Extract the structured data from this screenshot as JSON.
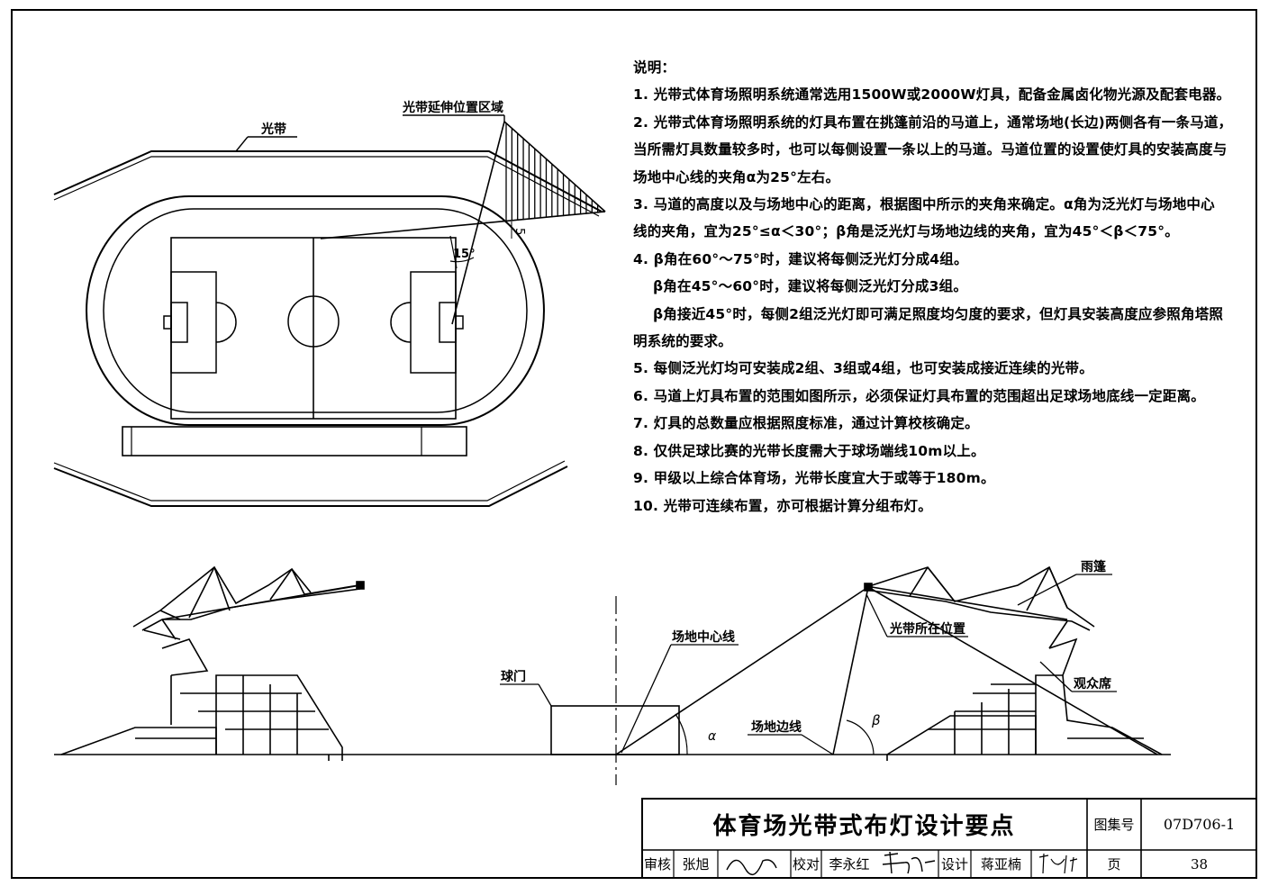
{
  "plan": {
    "label_guangdai": "光带",
    "label_extension_zone": "光带延伸位置区域",
    "dim_5": "5",
    "angle_15": "15°"
  },
  "notes": {
    "heading": "说明：",
    "lines": [
      "1. 光带式体育场照明系统通常选用1500W或2000W灯具，配备金属卤化物光源及配套电器。",
      "2. 光带式体育场照明系统的灯具布置在挑篷前沿的马道上，通常场地(长边)两侧各有一条马道，",
      "当所需灯具数量较多时，也可以每侧设置一条以上的马道。马道位置的设置使灯具的安装高度与",
      "场地中心线的夹角α为25°左右。",
      "3. 马道的高度以及与场地中心的距离，根据图中所示的夹角来确定。α角为泛光灯与场地中心",
      "线的夹角，宜为25°≤α＜30°；β角是泛光灯与场地边线的夹角，宜为45°＜β＜75°。",
      "4. β角在60°～75°时，建议将每侧泛光灯分成4组。",
      "β角在45°～60°时，建议将每侧泛光灯分成3组。",
      "β角接近45°时，每侧2组泛光灯即可满足照度均匀度的要求，但灯具安装高度应参照角塔照",
      "明系统的要求。",
      "5. 每侧泛光灯均可安装成2组、3组或4组，也可安装成接近连续的光带。",
      "6. 马道上灯具布置的范围如图所示，必须保证灯具布置的范围超出足球场地底线一定距离。",
      "7. 灯具的总数量应根据照度标准，通过计算校核确定。",
      "8. 仅供足球比赛的光带长度需大于球场端线10m以上。",
      "9. 甲级以上综合体育场，光带长度宜大于或等于180m。",
      "10. 光带可连续布置，亦可根据计算分组布灯。"
    ]
  },
  "section": {
    "label_canopy": "雨篷",
    "label_light_position": "光带所在位置",
    "label_centerline": "场地中心线",
    "label_goal": "球门",
    "label_audience": "观众席",
    "label_sideline": "场地边线",
    "alpha": "α",
    "beta": "β"
  },
  "title_block": {
    "title": "体育场光带式布灯设计要点",
    "atlas_label": "图集号",
    "atlas_no": "07D706-1",
    "review_label": "审核",
    "reviewer": "张旭",
    "check_label": "校对",
    "checker": "李永红",
    "design_label": "设计",
    "designer": "蒋亚楠",
    "page_label": "页",
    "page_no": "38"
  }
}
